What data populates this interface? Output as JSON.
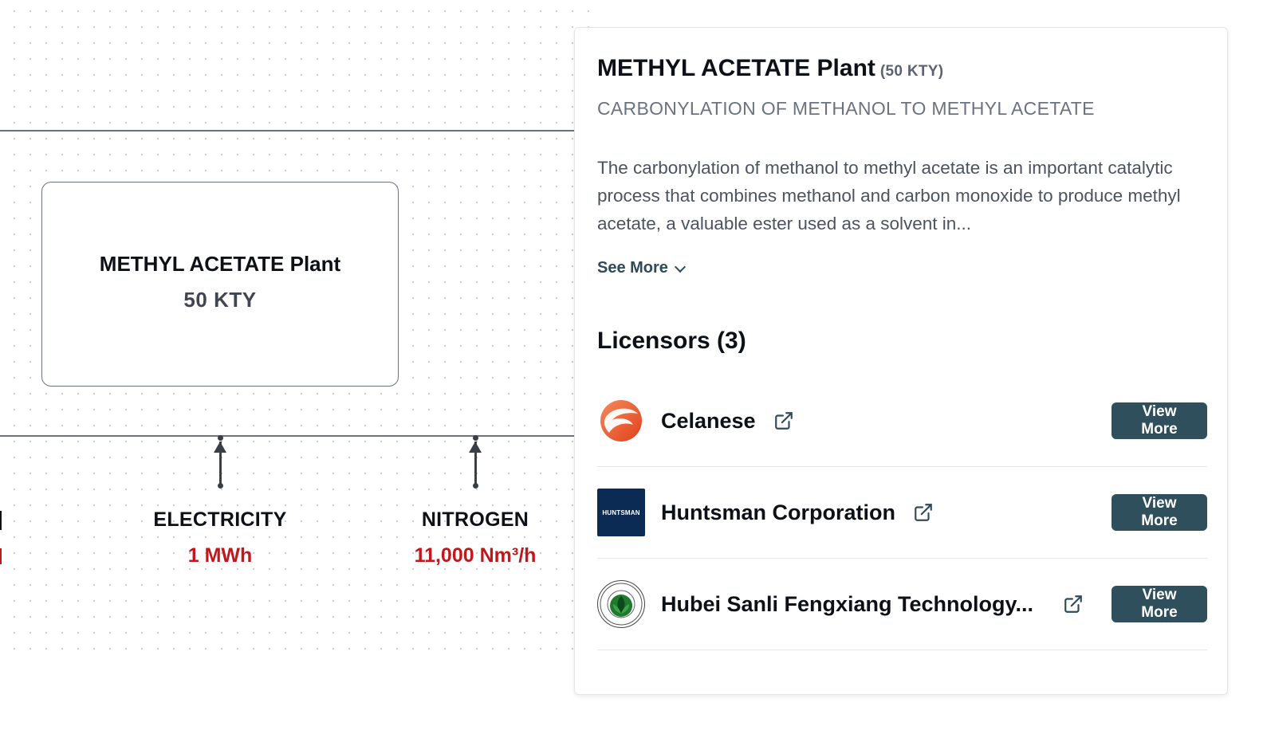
{
  "diagram": {
    "plant": {
      "name": "METHYL ACETATE Plant",
      "capacity": "50 KTY"
    },
    "utilities": [
      {
        "name": "ELECTRICITY",
        "value": "1 MWh"
      },
      {
        "name": "NITROGEN",
        "value": "11,000 Nm³/h"
      }
    ]
  },
  "panel": {
    "title": "METHYL ACETATE Plant",
    "capacity": "(50 KTY)",
    "process": "CARBONYLATION OF METHANOL TO METHYL ACETATE",
    "description": "The carbonylation of methanol to methyl acetate is an important catalytic process that combines methanol and carbon monoxide to produce methyl acetate, a valuable ester used as a solvent in...",
    "see_more": "See More",
    "licensors_heading": "Licensors (3)",
    "licensors": [
      {
        "name": "Celanese",
        "logo": "celanese-logo",
        "button": "View More"
      },
      {
        "name": "Huntsman Corporation",
        "logo": "huntsman-logo",
        "logo_text": "HUNTSMAN",
        "button": "View More"
      },
      {
        "name": "Hubei Sanli Fengxiang Technology...",
        "logo": "hubei-sanli-logo",
        "button": "View More"
      }
    ]
  },
  "colors": {
    "accent_button": "#2f4f5c",
    "utility_value": "#c0181c",
    "line": "#6b7280"
  }
}
